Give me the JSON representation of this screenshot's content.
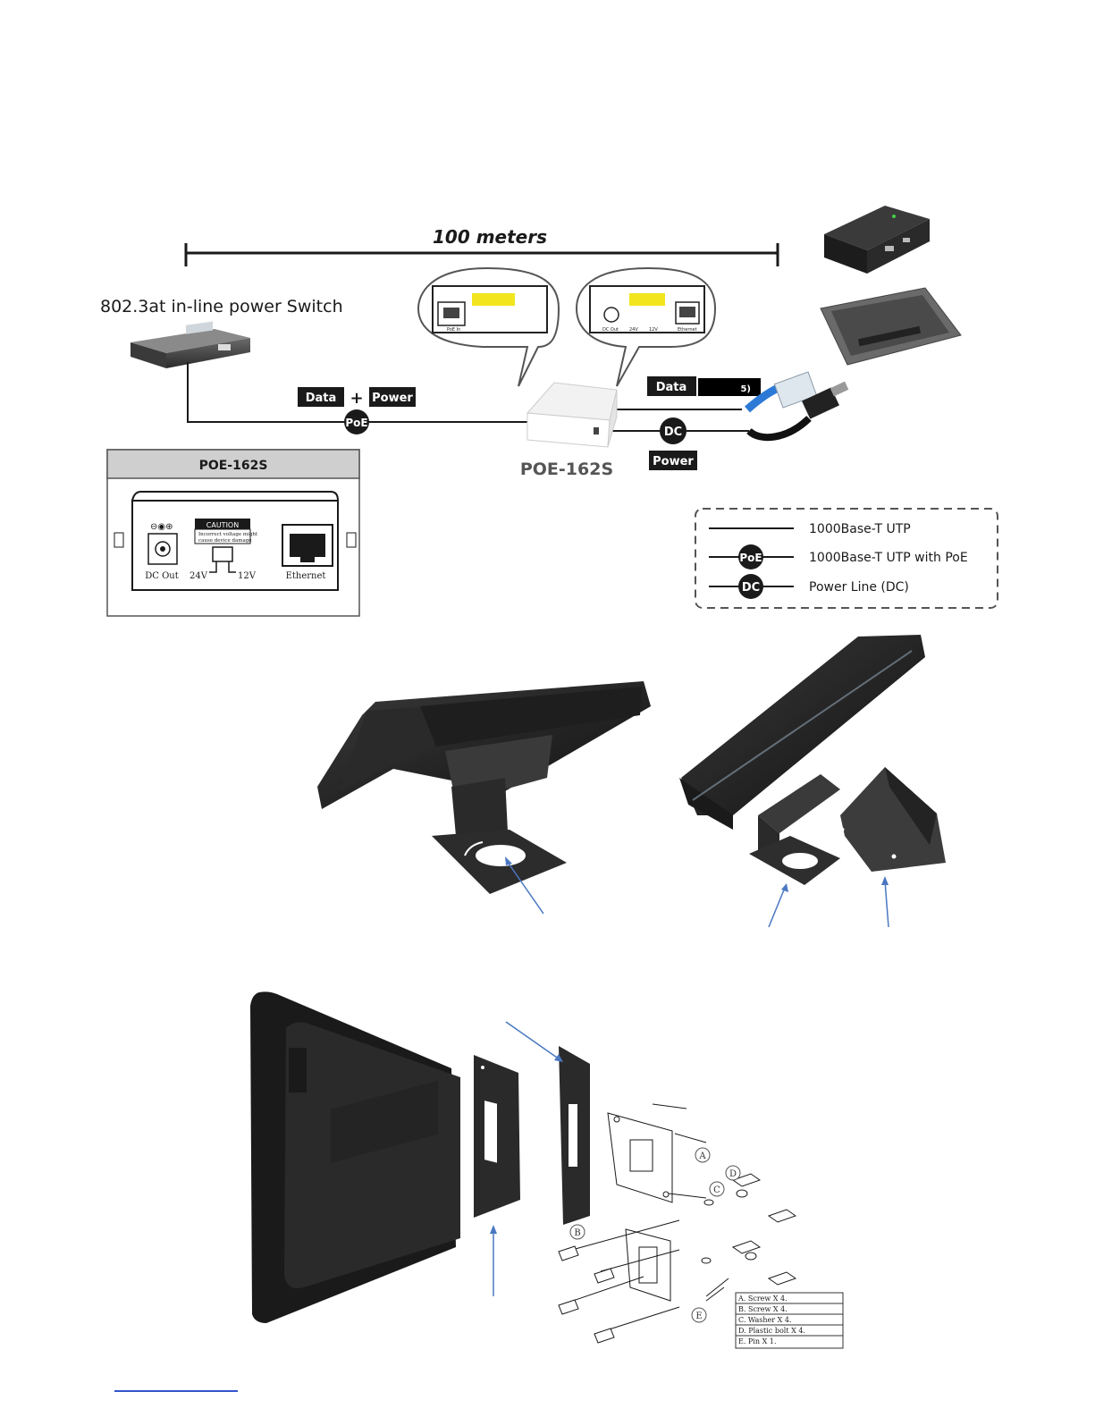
{
  "diagram": {
    "distance_label": "100 meters",
    "switch_label": "802.3at in-line power Switch",
    "data_tag": "Data",
    "plus_sign": "+",
    "power_tag": "Power",
    "poe_badge": "PoE",
    "dc_badge": "DC",
    "device_name": "POE-162S",
    "data_tag_right": "Data",
    "data_tag_right_suffix": "5)",
    "power_tag_right": "Power"
  },
  "inset_ports_left": {
    "port_label": "PoE In"
  },
  "inset_ports_right": {
    "dc_label": "DC Out",
    "v24": "24V",
    "v12": "12V",
    "eth_label": "Ethernet"
  },
  "panel": {
    "title": "POE-162S",
    "caution_title": "CAUTION",
    "caution_line1": "Incorrect voltage might",
    "caution_line2": "cause device damage",
    "dc_out": "DC Out",
    "v24": "24V",
    "v12": "12V",
    "ethernet": "Ethernet"
  },
  "legend": {
    "items": [
      {
        "badge": "",
        "label": "1000Base-T UTP"
      },
      {
        "badge": "PoE",
        "label": "1000Base-T UTP with PoE"
      },
      {
        "badge": "DC",
        "label": "Power Line (DC)"
      }
    ]
  },
  "parts": {
    "labels": [
      "A",
      "B",
      "C",
      "D",
      "E"
    ],
    "list": [
      "A. Screw X 4.",
      "B. Screw X 4.",
      "C. Washer X 4.",
      "D. Plastic bolt X 4.",
      "E. Pin X 1."
    ]
  },
  "colors": {
    "badge_bg": "#1a1a1a",
    "accent_yellow": "#f2e51e",
    "arrow_blue": "#4a78c2",
    "panel_header": "#cfcfcf",
    "link_blue": "#3355cc"
  }
}
